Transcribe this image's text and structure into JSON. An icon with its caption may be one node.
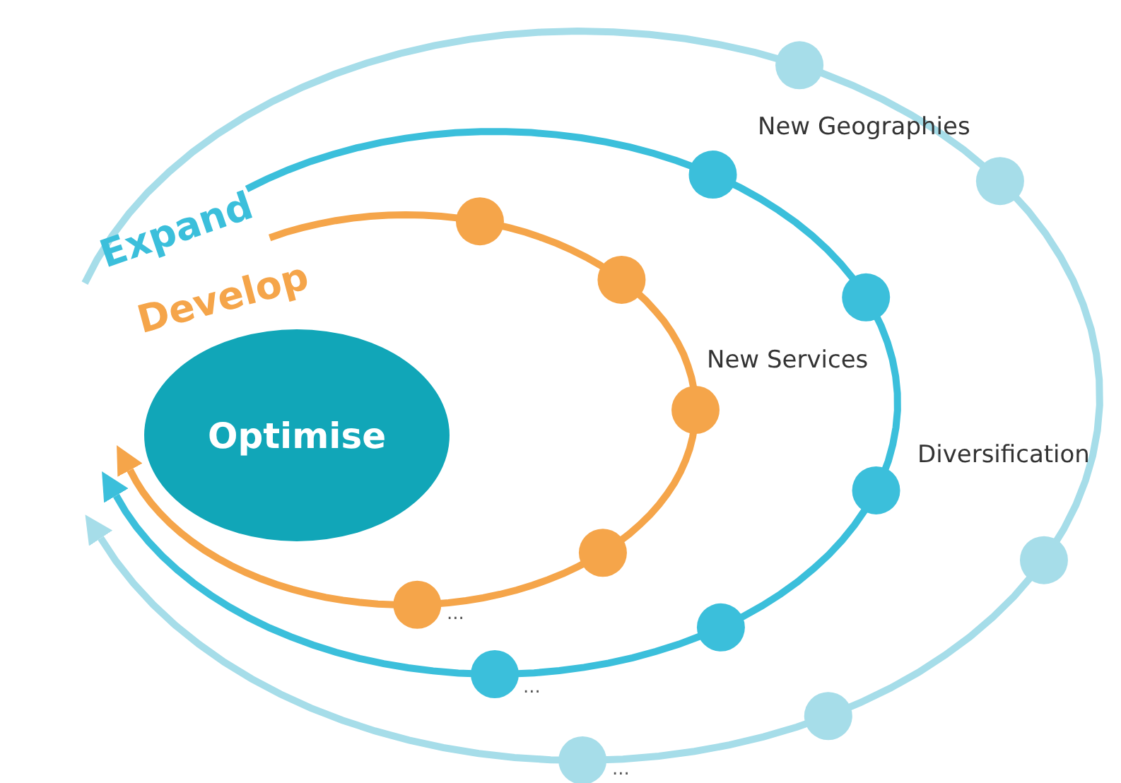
{
  "diagram": {
    "nodes": [
      {
        "text": [
          "Optimise"
        ]
      }
    ],
    "labels": [
      "Expand",
      "Develop",
      "New Geographies",
      "New Services",
      "Diversification",
      "...",
      "...",
      "..."
    ]
  }
}
